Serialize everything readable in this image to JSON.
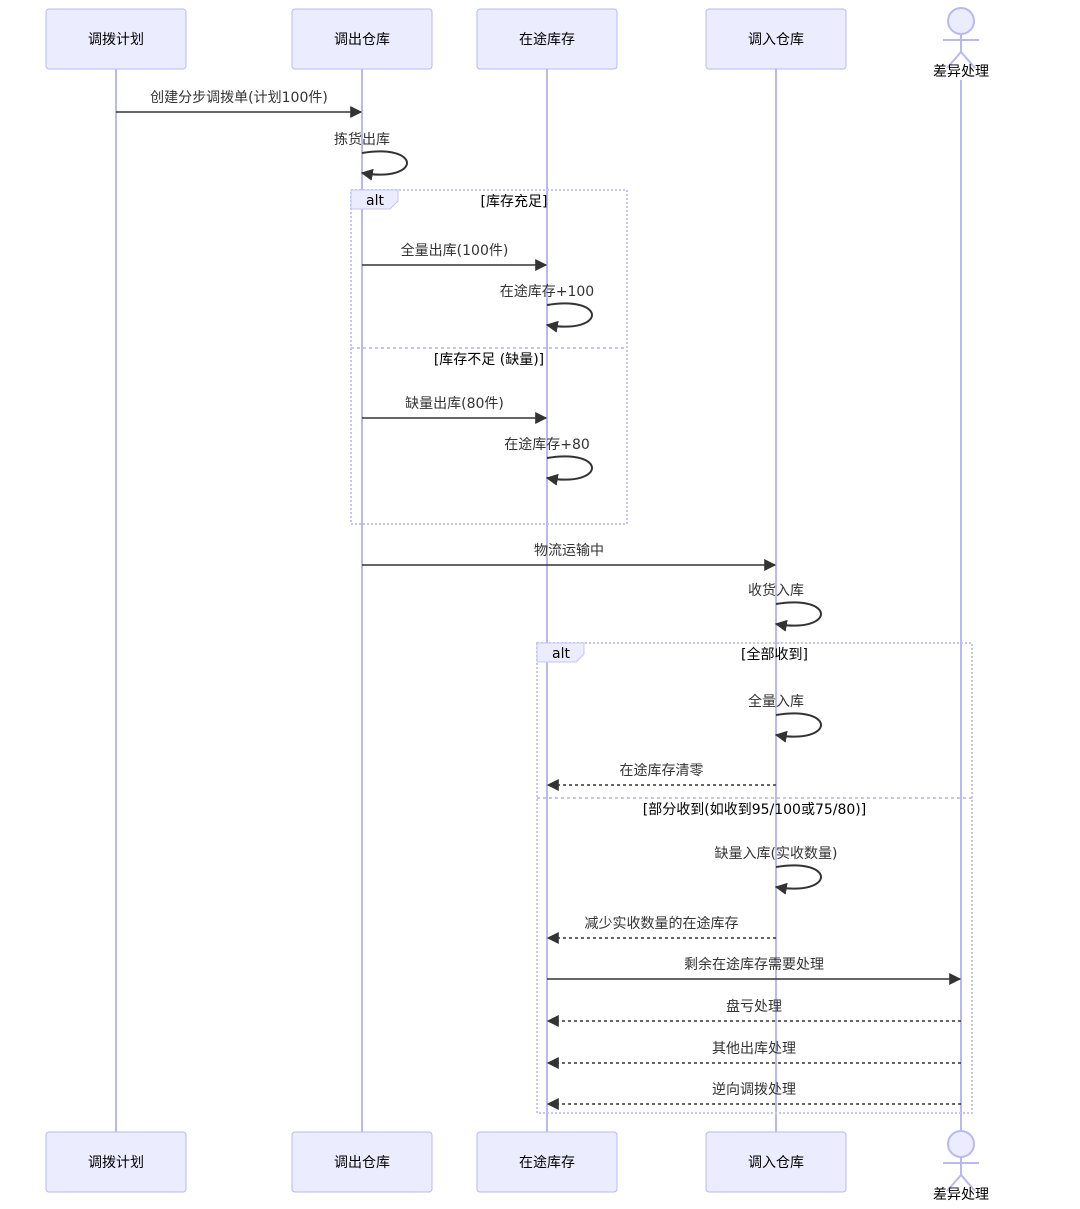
{
  "colors": {
    "actor_fill": "#ECECFF",
    "actor_stroke": "#9370DB",
    "lifeline": "#B8B8F5",
    "line": "#333333",
    "text": "#333333",
    "loop_stroke": "#C4C4F5"
  },
  "participants": [
    {
      "id": "plan",
      "label": "调拨计划",
      "type": "box"
    },
    {
      "id": "out",
      "label": "调出仓库",
      "type": "box"
    },
    {
      "id": "transit",
      "label": "在途库存",
      "type": "box"
    },
    {
      "id": "in",
      "label": "调入仓库",
      "type": "box"
    },
    {
      "id": "diff",
      "label": "差异处理",
      "type": "actor"
    }
  ],
  "messages": [
    {
      "from": "plan",
      "to": "out",
      "label": "创建分步调拨单(计划100件)",
      "style": "solid"
    },
    {
      "from": "out",
      "to": "out",
      "label": "拣货出库",
      "style": "solid"
    },
    {
      "from": "out",
      "to": "transit",
      "label": "全量出库(100件)",
      "style": "solid"
    },
    {
      "from": "transit",
      "to": "transit",
      "label": "在途库存+100",
      "style": "solid"
    },
    {
      "from": "out",
      "to": "transit",
      "label": "缺量出库(80件)",
      "style": "solid"
    },
    {
      "from": "transit",
      "to": "transit",
      "label": "在途库存+80",
      "style": "solid"
    },
    {
      "from": "out",
      "to": "in",
      "label": "物流运输中",
      "style": "solid"
    },
    {
      "from": "in",
      "to": "in",
      "label": "收货入库",
      "style": "solid"
    },
    {
      "from": "in",
      "to": "in",
      "label": "全量入库",
      "style": "solid"
    },
    {
      "from": "in",
      "to": "transit",
      "label": "在途库存清零",
      "style": "dashed"
    },
    {
      "from": "in",
      "to": "in",
      "label": "缺量入库(实收数量)",
      "style": "solid"
    },
    {
      "from": "in",
      "to": "transit",
      "label": "减少实收数量的在途库存",
      "style": "dashed"
    },
    {
      "from": "transit",
      "to": "diff",
      "label": "剩余在途库存需要处理",
      "style": "solid"
    },
    {
      "from": "diff",
      "to": "transit",
      "label": "盘亏处理",
      "style": "dashed"
    },
    {
      "from": "diff",
      "to": "transit",
      "label": "其他出库处理",
      "style": "dashed"
    },
    {
      "from": "diff",
      "to": "transit",
      "label": "逆向调拨处理",
      "style": "dashed"
    }
  ],
  "fragments": [
    {
      "type": "alt",
      "sections": [
        "[库存充足]",
        "[库存不足 (缺量)]"
      ]
    },
    {
      "type": "alt",
      "sections": [
        "[全部收到]",
        "[部分收到(如收到95/100或75/80)]"
      ]
    }
  ]
}
